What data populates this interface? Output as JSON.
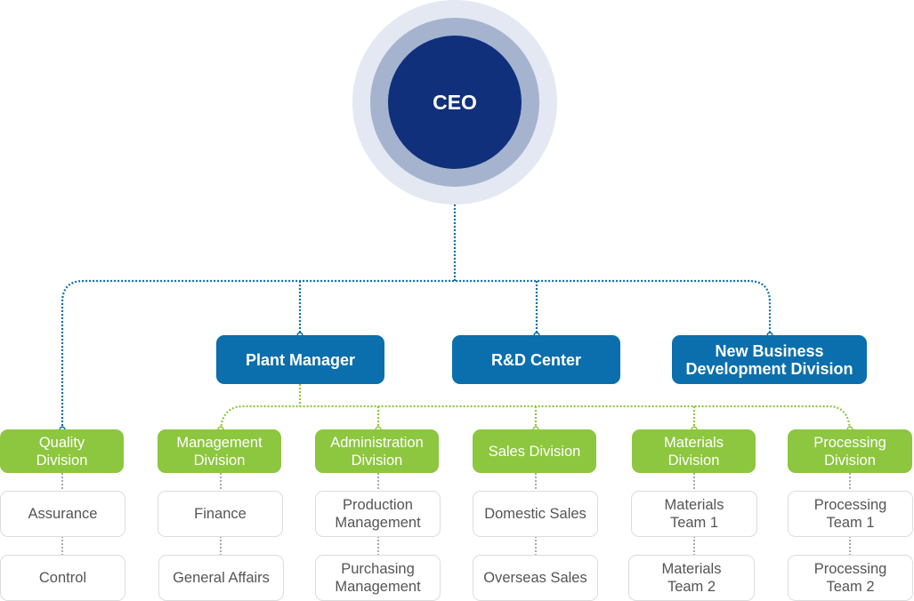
{
  "colors": {
    "ceo_inner": "#10307c",
    "ceo_mid": "#a5b3cf",
    "ceo_outer": "#e3e8f2",
    "blue_box": "#0b6fad",
    "green_box": "#8dc63f",
    "blue_connector": "#0b6fad",
    "green_connector": "#8dc63f",
    "gray_connector": "#aaaaaa",
    "white_box_border": "#dcdcdc",
    "white_box_text": "#555555"
  },
  "ceo": {
    "label": "CEO"
  },
  "top_units": [
    {
      "label": "Plant Manager"
    },
    {
      "label": "R&D Center"
    },
    {
      "label": "New Business\nDevelopment Division"
    }
  ],
  "divisions": [
    {
      "label": "Quality\nDivision",
      "teams": [
        "Assurance",
        "Control"
      ]
    },
    {
      "label": "Management\nDivision",
      "teams": [
        "Finance",
        "General Affairs"
      ]
    },
    {
      "label": "Administration\nDivision",
      "teams": [
        "Production\nManagement",
        "Purchasing\nManagement"
      ]
    },
    {
      "label": "Sales Division",
      "teams": [
        "Domestic Sales",
        "Overseas Sales"
      ]
    },
    {
      "label": "Materials\nDivision",
      "teams": [
        "Materials\nTeam 1",
        "Materials\nTeam 2"
      ]
    },
    {
      "label": "Processing\nDivision",
      "teams": [
        "Processing\nTeam 1",
        "Processing\nTeam 2"
      ]
    }
  ]
}
